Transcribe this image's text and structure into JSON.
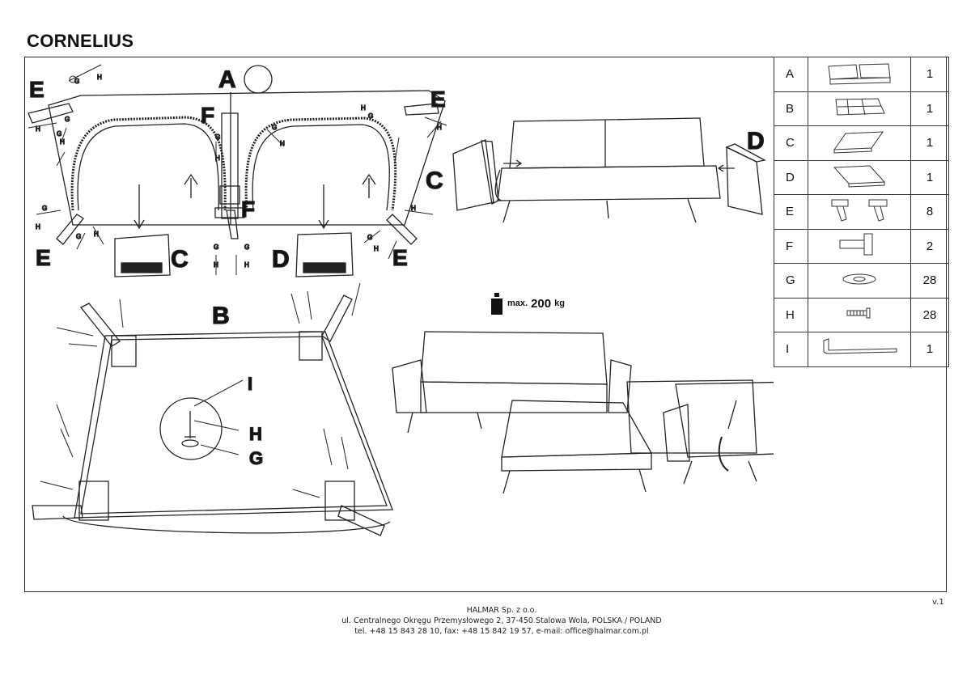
{
  "document": {
    "title": "CORNELIUS",
    "version": "v.1"
  },
  "labels": {
    "A": "A",
    "B": "B",
    "C": "C",
    "D": "D",
    "E": "E",
    "F": "F",
    "G": "G",
    "H": "H",
    "I": "I"
  },
  "max_load": {
    "prefix": "max.",
    "value": "200",
    "unit": "kg"
  },
  "parts": [
    {
      "code": "A",
      "qty": "1",
      "icon": "sofa-frame-icon"
    },
    {
      "code": "B",
      "qty": "1",
      "icon": "seat-cushion-icon"
    },
    {
      "code": "C",
      "qty": "1",
      "icon": "armrest-left-icon"
    },
    {
      "code": "D",
      "qty": "1",
      "icon": "armrest-right-icon"
    },
    {
      "code": "E",
      "qty": "8",
      "icon": "leg-bracket-icon"
    },
    {
      "code": "F",
      "qty": "2",
      "icon": "hinge-bracket-icon"
    },
    {
      "code": "G",
      "qty": "28",
      "icon": "washer-icon"
    },
    {
      "code": "H",
      "qty": "28",
      "icon": "screw-icon"
    },
    {
      "code": "I",
      "qty": "1",
      "icon": "allen-key-icon"
    }
  ],
  "footer": {
    "company": "HALMAR Sp. z o.o.",
    "address": "ul. Centralnego Okręgu Przemysłowego 2, 37-450 Stalowa Wola, POLSKA / POLAND",
    "contact": "tel. +48 15 843 28 10, fax: +48 15 842 19 57, e-mail: office@halmar.com.pl"
  }
}
